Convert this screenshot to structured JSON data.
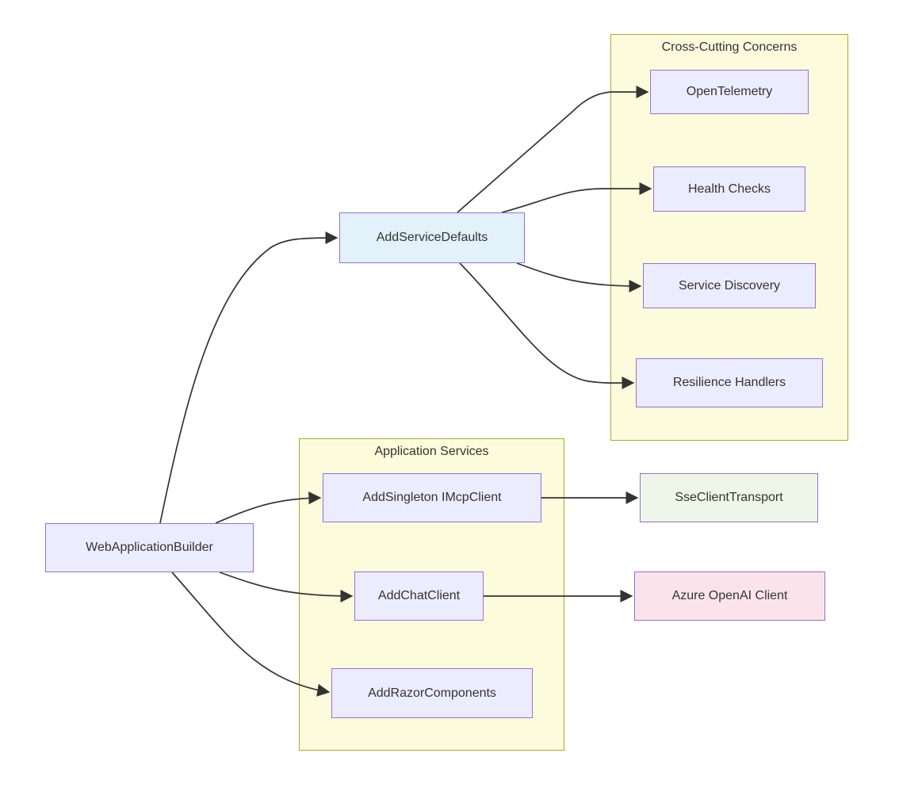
{
  "diagram": {
    "type": "flowchart",
    "clusters": [
      {
        "id": "cross-cutting-concerns",
        "title": "Cross-Cutting Concerns"
      },
      {
        "id": "application-services",
        "title": "Application Services"
      }
    ],
    "nodes": [
      {
        "id": "web-application-builder",
        "label": "WebApplicationBuilder"
      },
      {
        "id": "add-service-defaults",
        "label": "AddServiceDefaults"
      },
      {
        "id": "open-telemetry",
        "label": "OpenTelemetry"
      },
      {
        "id": "health-checks",
        "label": "Health Checks"
      },
      {
        "id": "service-discovery",
        "label": "Service Discovery"
      },
      {
        "id": "resilience-handlers",
        "label": "Resilience Handlers"
      },
      {
        "id": "add-singleton-imcpclient",
        "label": "AddSingleton IMcpClient"
      },
      {
        "id": "sse-client-transport",
        "label": "SseClientTransport"
      },
      {
        "id": "add-chat-client",
        "label": "AddChatClient"
      },
      {
        "id": "azure-openai-client",
        "label": "Azure OpenAI Client"
      },
      {
        "id": "add-razor-components",
        "label": "AddRazorComponents"
      }
    ],
    "edges": [
      {
        "from": "WebApplicationBuilder",
        "to": "AddServiceDefaults"
      },
      {
        "from": "WebApplicationBuilder",
        "to": "AddSingleton IMcpClient"
      },
      {
        "from": "WebApplicationBuilder",
        "to": "AddChatClient"
      },
      {
        "from": "WebApplicationBuilder",
        "to": "AddRazorComponents"
      },
      {
        "from": "AddServiceDefaults",
        "to": "OpenTelemetry"
      },
      {
        "from": "AddServiceDefaults",
        "to": "Health Checks"
      },
      {
        "from": "AddServiceDefaults",
        "to": "Service Discovery"
      },
      {
        "from": "AddServiceDefaults",
        "to": "Resilience Handlers"
      },
      {
        "from": "AddSingleton IMcpClient",
        "to": "SseClientTransport"
      },
      {
        "from": "AddChatClient",
        "to": "Azure OpenAI Client"
      }
    ],
    "colors": {
      "background": "#ffffff",
      "node_fill": "#ececff",
      "node_border": "#9370db",
      "service_defaults_fill": "#e3f1fb",
      "transport_fill": "#eef6e8",
      "external_client_fill": "#fbe3ec",
      "cluster_fill": "#fcfcdc",
      "cluster_border": "#aaaa33",
      "edge_color": "#333333",
      "text_color": "#333333"
    }
  }
}
